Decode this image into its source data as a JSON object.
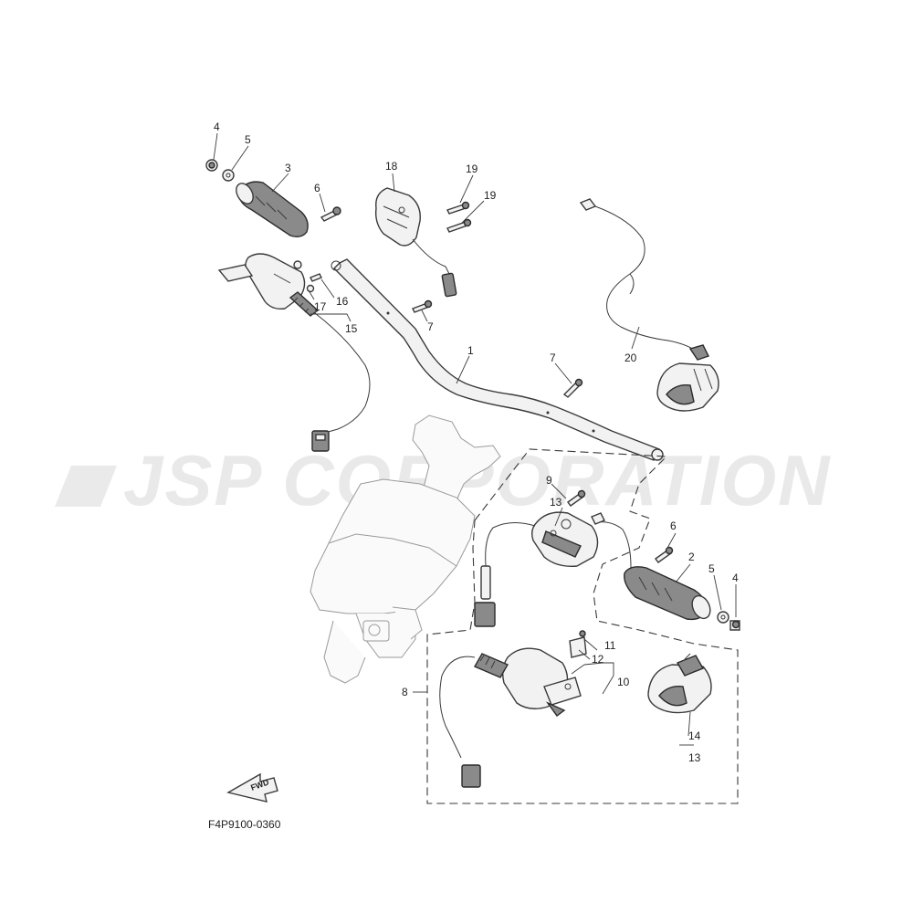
{
  "diagram": {
    "code": "F4P9100-0360",
    "watermark": "JSP CORPORATION",
    "fwd_label": "FWD",
    "callouts": {
      "c1": "1",
      "c2": "2",
      "c3": "3",
      "c4a": "4",
      "c4b": "4",
      "c5a": "5",
      "c5b": "5",
      "c6a": "6",
      "c6b": "6",
      "c7a": "7",
      "c7b": "7",
      "c8": "8",
      "c9": "9",
      "c10": "10",
      "c11": "11",
      "c12": "12",
      "c13a": "13",
      "c13b": "13",
      "c14": "14",
      "c15": "15",
      "c16": "16",
      "c17": "17",
      "c18": "18",
      "c19a": "19",
      "c19b": "19",
      "c20": "20"
    }
  }
}
